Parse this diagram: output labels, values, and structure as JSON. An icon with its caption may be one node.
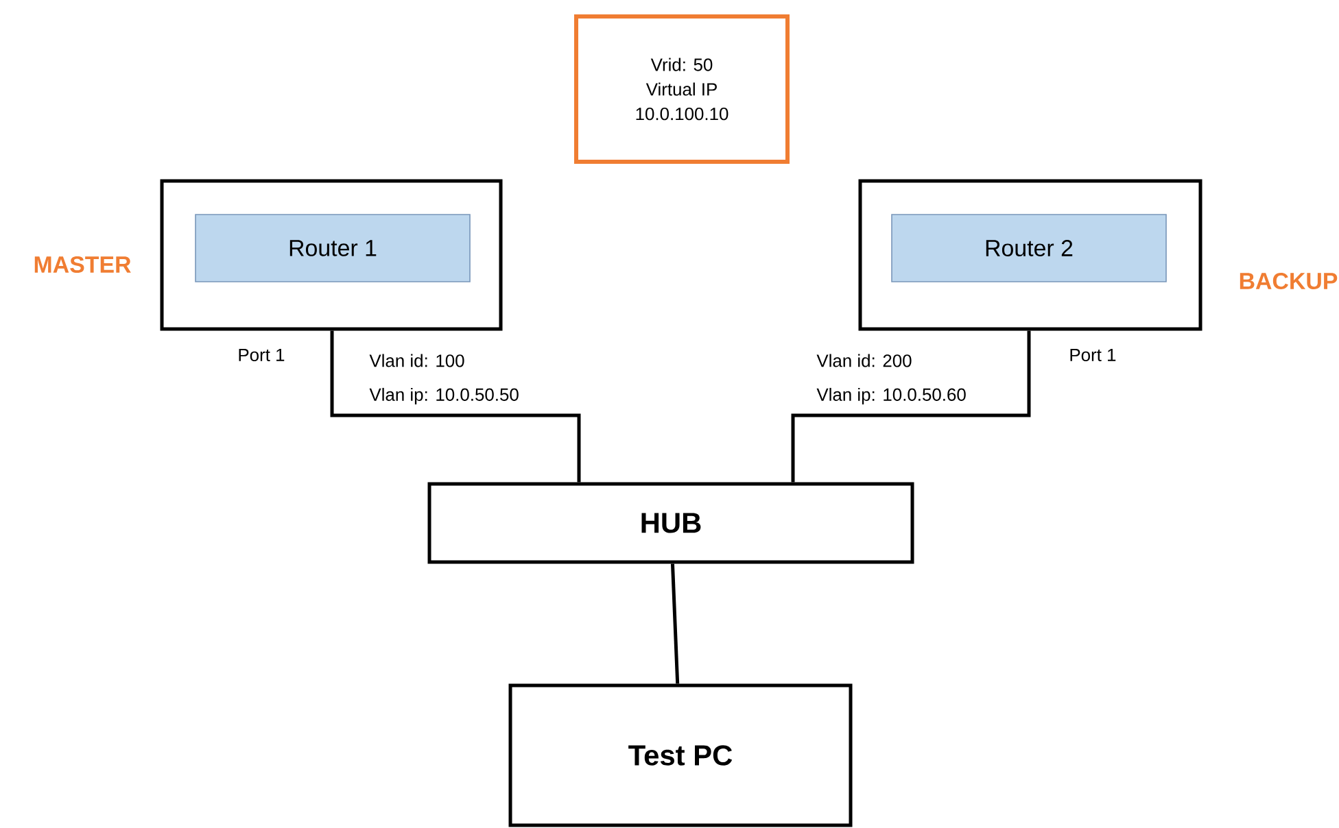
{
  "diagram": {
    "nodes": [
      {
        "text": [
          "Vrid: 50",
          "Virtual IP",
          "10.0.100.10"
        ]
      },
      {
        "text": [],
        "shape": "box",
        "beside": [
          "MASTER"
        ]
      },
      {
        "text": [
          "Router 1"
        ],
        "in": 1
      },
      {
        "text": [],
        "shape": "box",
        "beside": [
          "BACKUP"
        ]
      },
      {
        "text": [
          "Router 2"
        ],
        "in": 3
      },
      {
        "text": [
          "HUB"
        ]
      },
      {
        "text": [
          "Test PC"
        ]
      }
    ],
    "edges": [
      {
        "from": 1,
        "to": 5,
        "arrow": "none"
      },
      {
        "from": 3,
        "to": 5,
        "arrow": "none"
      },
      {
        "from": 5,
        "to": 6,
        "arrow": "none"
      }
    ],
    "labels": [
      "Port 1",
      "Vlan id: 100",
      "Vlan ip: 10.0.50.50",
      "Vlan id: 200",
      "Vlan ip: 10.0.50.60",
      "Port 1"
    ]
  }
}
